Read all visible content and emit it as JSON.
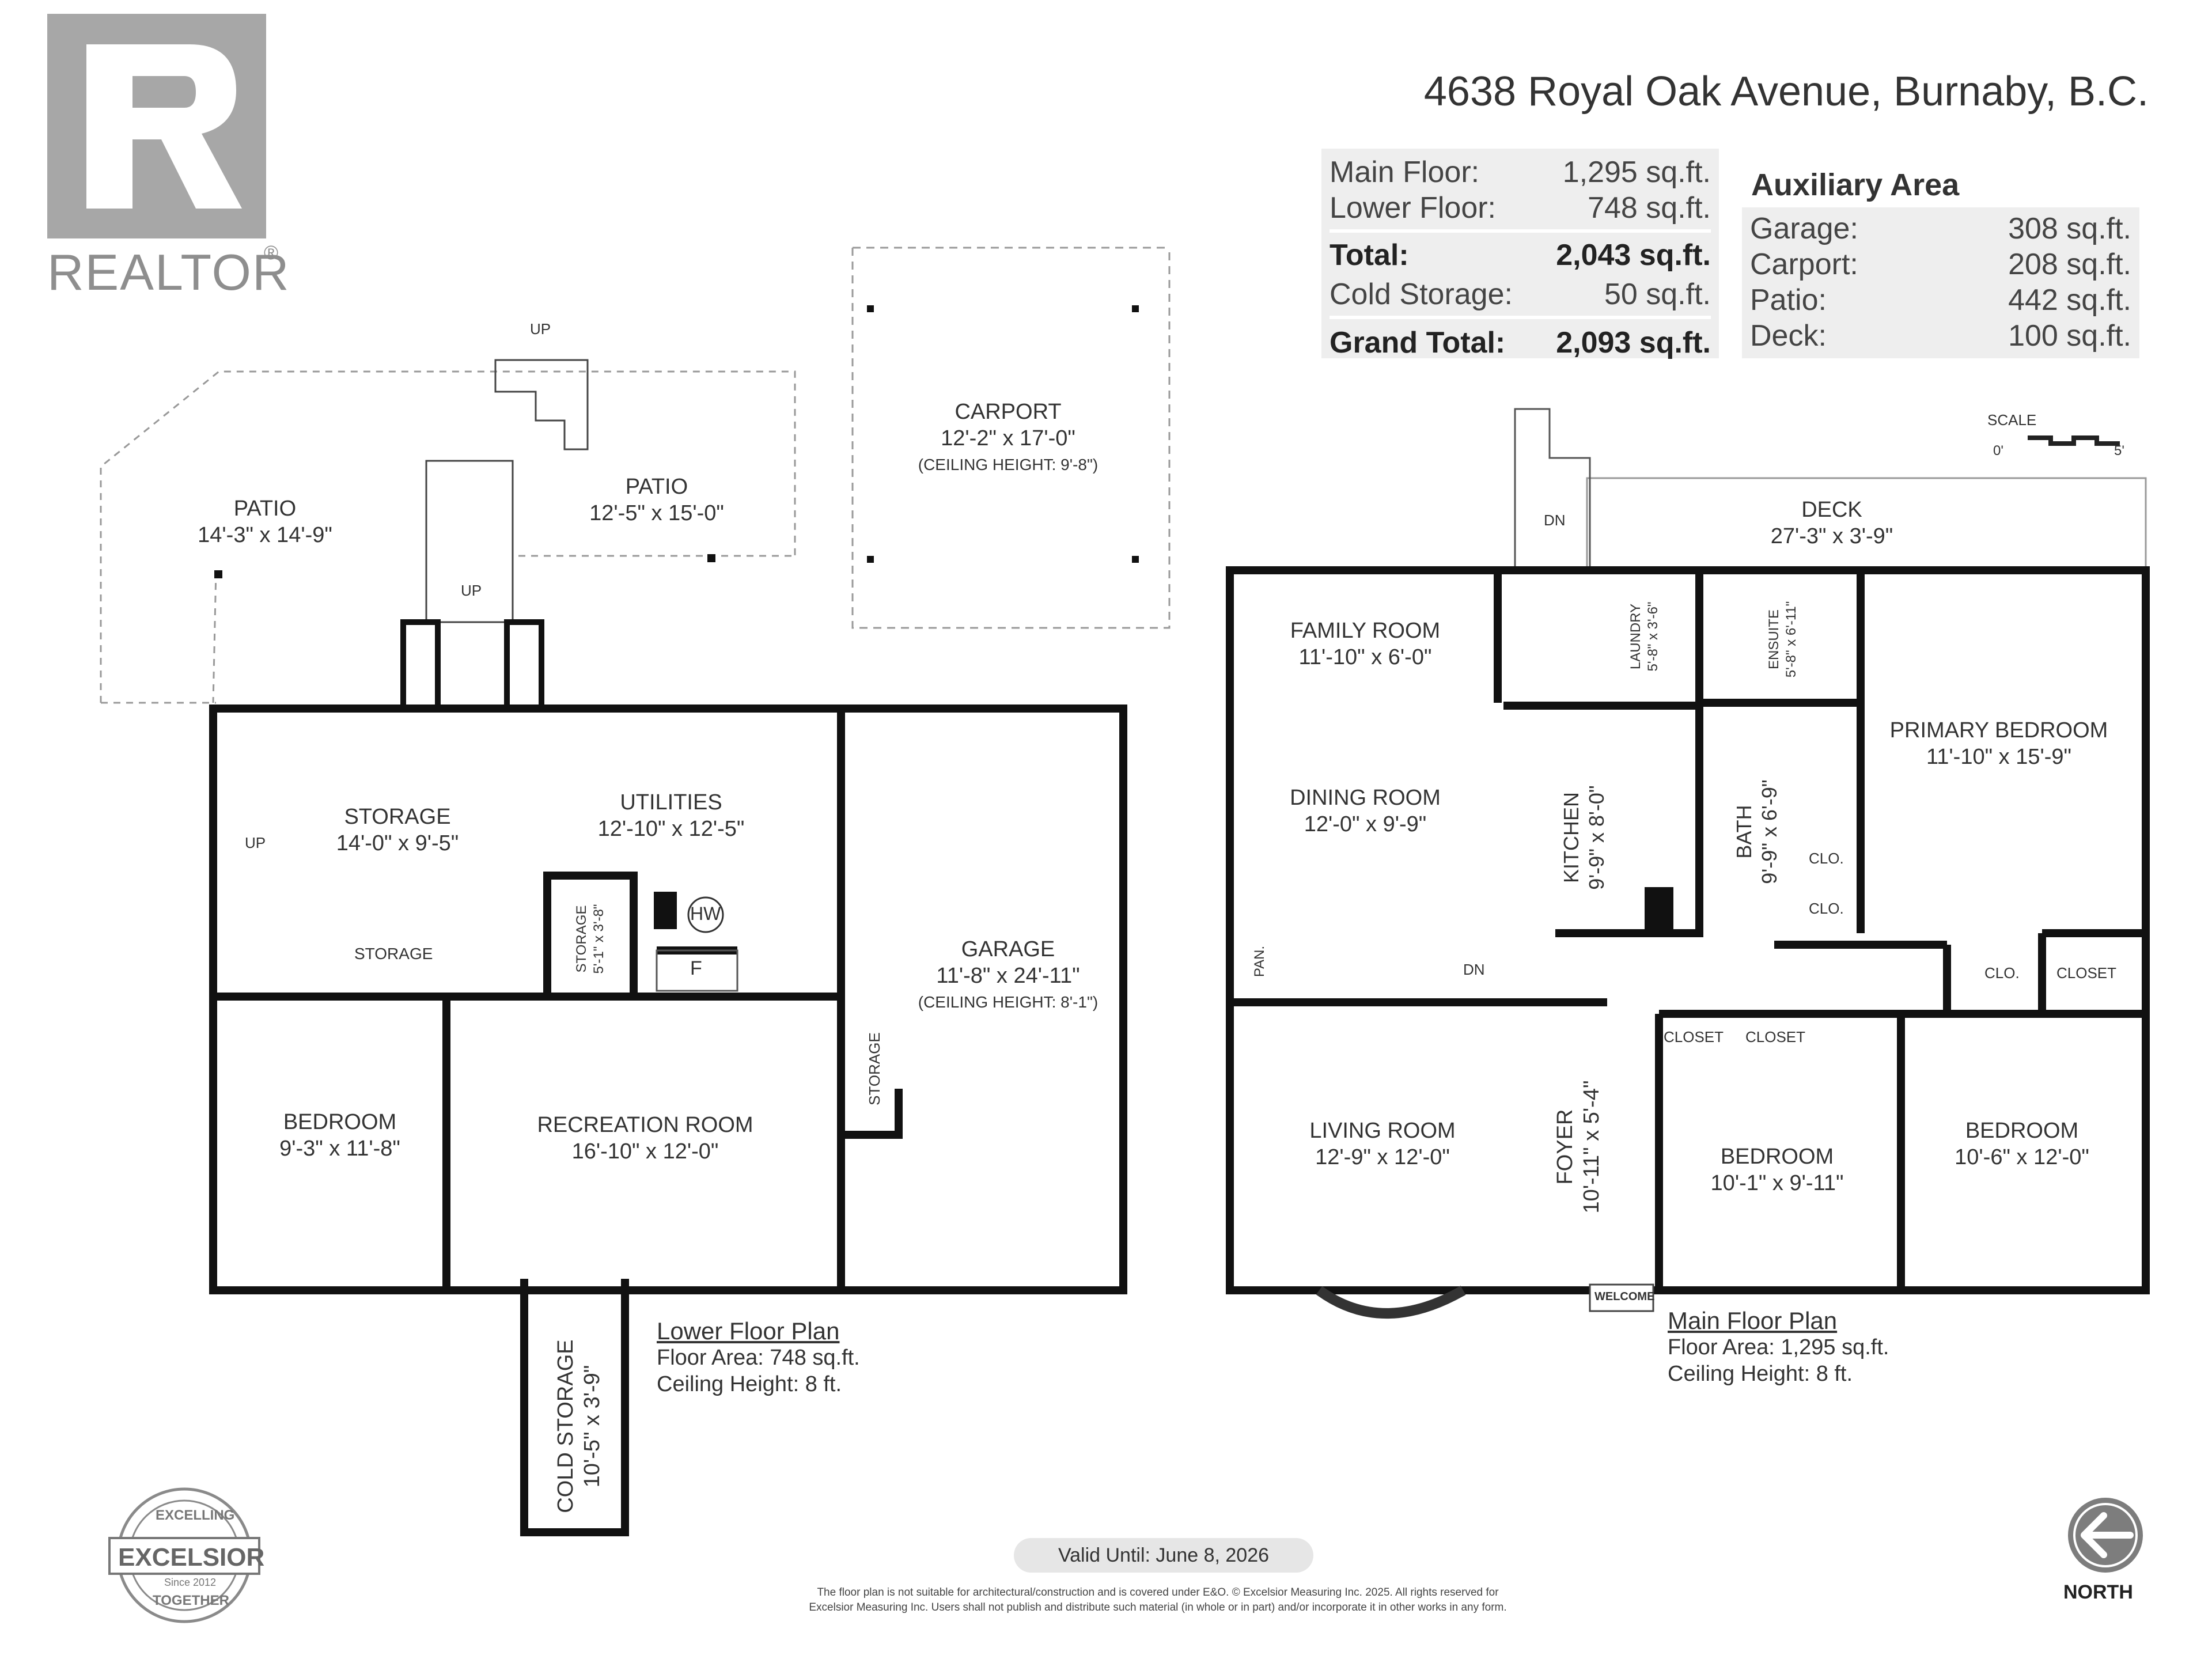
{
  "brand": {
    "name": "REALTOR",
    "registered": "®"
  },
  "address": "4638 Royal Oak Avenue, Burnaby, B.C.",
  "areas": {
    "rows": [
      {
        "label": "Main Floor:",
        "value": "1,295 sq.ft."
      },
      {
        "label": "Lower Floor:",
        "value": "748 sq.ft."
      },
      {
        "label": "Total:",
        "value": "2,043 sq.ft."
      },
      {
        "label": "Cold Storage:",
        "value": "50 sq.ft."
      },
      {
        "label": "Grand Total:",
        "value": "2,093 sq.ft."
      }
    ]
  },
  "auxiliary": {
    "title": "Auxiliary Area",
    "rows": [
      {
        "label": "Garage:",
        "value": "308 sq.ft."
      },
      {
        "label": "Carport:",
        "value": "208 sq.ft."
      },
      {
        "label": "Patio:",
        "value": "442 sq.ft."
      },
      {
        "label": "Deck:",
        "value": "100 sq.ft."
      }
    ]
  },
  "scale": {
    "label": "SCALE",
    "min": "0'",
    "max": "5'"
  },
  "lower": {
    "title": "Lower Floor Plan",
    "area": "Floor Area: 748 sq.ft.",
    "ceiling": "Ceiling Height: 8 ft.",
    "rooms": {
      "patio1": {
        "name": "PATIO",
        "dim": "14'-3\" x 14'-9\""
      },
      "patio2": {
        "name": "PATIO",
        "dim": "12'-5\" x 15'-0\""
      },
      "carport": {
        "name": "CARPORT",
        "dim": "12'-2\" x 17'-0\"",
        "note": "(CEILING HEIGHT: 9'-8\")"
      },
      "storage": {
        "name": "STORAGE",
        "dim": "14'-0\" x 9'-5\""
      },
      "utilities": {
        "name": "UTILITIES",
        "dim": "12'-10\" x 12'-5\""
      },
      "storage_small": {
        "name": "STORAGE",
        "dim": "5'-1\" x 3'-8\""
      },
      "storage_under": {
        "name": "STORAGE"
      },
      "storage_side": {
        "name": "STORAGE"
      },
      "garage": {
        "name": "GARAGE",
        "dim": "11'-8\" x 24'-11\"",
        "note": "(CEILING HEIGHT: 8'-1\")"
      },
      "bedroom": {
        "name": "BEDROOM",
        "dim": "9'-3\" x 11'-8\""
      },
      "recreation": {
        "name": "RECREATION ROOM",
        "dim": "16'-10\" x 12'-0\""
      },
      "cold": {
        "name": "COLD STORAGE",
        "dim": "10'-5\" x 3'-9\""
      }
    },
    "labels": {
      "up1": "UP",
      "up2": "UP",
      "up3": "UP",
      "hw": "HW",
      "f": "F"
    }
  },
  "main": {
    "title": "Main Floor Plan",
    "area": "Floor Area: 1,295 sq.ft.",
    "ceiling": "Ceiling Height: 8 ft.",
    "rooms": {
      "deck": {
        "name": "DECK",
        "dim": "27'-3\" x 3'-9\""
      },
      "family": {
        "name": "FAMILY ROOM",
        "dim": "11'-10\" x 6'-0\""
      },
      "laundry": {
        "name": "LAUNDRY",
        "dim": "5'-8\" x 3'-6\""
      },
      "ensuite": {
        "name": "ENSUITE",
        "dim": "5'-8\" x 6'-11\""
      },
      "primary": {
        "name": "PRIMARY BEDROOM",
        "dim": "11'-10\" x 15'-9\""
      },
      "dining": {
        "name": "DINING ROOM",
        "dim": "12'-0\" x 9'-9\""
      },
      "kitchen": {
        "name": "KITCHEN",
        "dim": "9'-9\" x 8'-0\""
      },
      "bath": {
        "name": "BATH",
        "dim": "9'-9\" x 6'-9\""
      },
      "living": {
        "name": "LIVING ROOM",
        "dim": "12'-9\" x 12'-0\""
      },
      "foyer": {
        "name": "FOYER",
        "dim": "10'-11\" x 5'-4\""
      },
      "bed2": {
        "name": "BEDROOM",
        "dim": "10'-1\" x 9'-11\""
      },
      "bed3": {
        "name": "BEDROOM",
        "dim": "10'-6\" x 12'-0\""
      }
    },
    "labels": {
      "dn1": "DN",
      "dn2": "DN",
      "pan": "PAN.",
      "clo1": "CLO.",
      "clo2": "CLO.",
      "clo3": "CLO.",
      "closet1": "CLOSET",
      "closet2": "CLOSET",
      "closet3": "CLOSET",
      "welcome": "WELCOME"
    }
  },
  "badge": {
    "top": "EXCELLING",
    "name": "EXCELSIOR",
    "bottom": "TOGETHER",
    "since": "Since 2012"
  },
  "valid": "Valid Until: June 8, 2026",
  "disclaimer": {
    "line1": "The floor plan is not suitable for architectural/construction and is covered under E&O. © Excelsior Measuring Inc. 2025. All rights reserved for",
    "line2": "Excelsior Measuring Inc. Users shall not publish and distribute such material (in whole or in part) and/or incorporate it in other works in any form."
  },
  "north": "NORTH"
}
